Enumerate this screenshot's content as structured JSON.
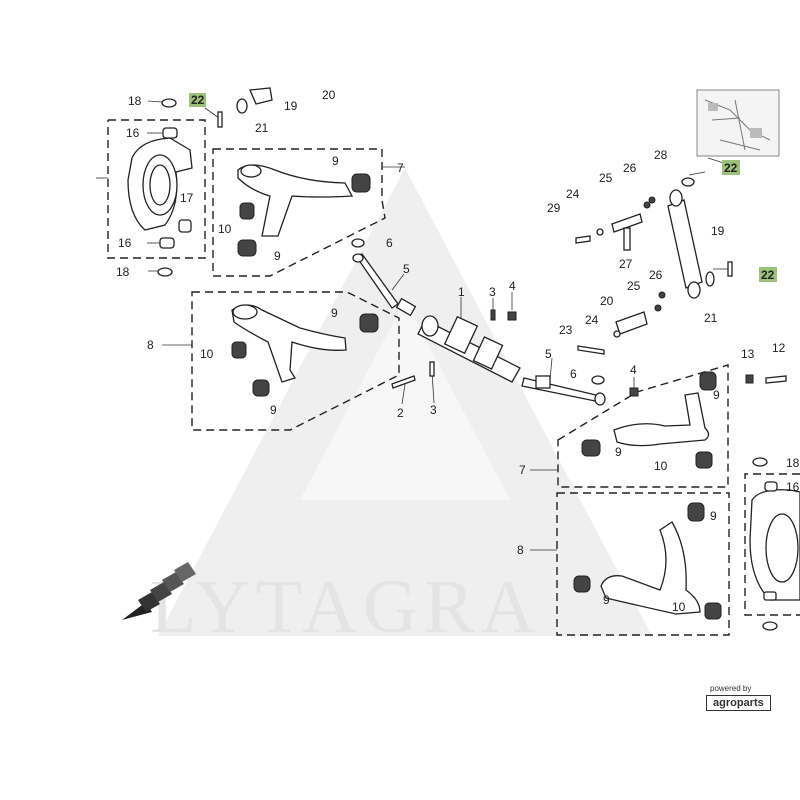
{
  "watermark": {
    "text": "LYTAGRA"
  },
  "badge": {
    "powered_by": "powered by",
    "brand": "agroparts"
  },
  "callouts": {
    "c1": "1",
    "c2": "2",
    "c3a": "3",
    "c3b": "3",
    "c4a": "4",
    "c4b": "4",
    "c5a": "5",
    "c5b": "5",
    "c6a": "6",
    "c6b": "6",
    "c7a": "7",
    "c7b": "7",
    "c8a": "8",
    "c8b": "8",
    "c9a": "9",
    "c9b": "9",
    "c9c": "9",
    "c9d": "9",
    "c9e": "9",
    "c9f": "9",
    "c9g": "9",
    "c9h": "9",
    "c10a": "10",
    "c10b": "10",
    "c10c": "10",
    "c10d": "10",
    "c12": "12",
    "c13": "13",
    "c16a": "16",
    "c16b": "16",
    "c16c": "16",
    "c17": "17",
    "c18a": "18",
    "c18b": "18",
    "c18c": "18",
    "c19a": "19",
    "c19b": "19",
    "c20a": "20",
    "c20b": "20",
    "c21a": "21",
    "c21b": "21",
    "c22a": "22",
    "c22b": "22",
    "c22c": "22",
    "c23": "23",
    "c24a": "24",
    "c24b": "24",
    "c25a": "25",
    "c25b": "25",
    "c26a": "26",
    "c26b": "26",
    "c27": "27",
    "c28": "28",
    "c29": "29"
  },
  "colors": {
    "highlight": "#9bc27a",
    "line": "#222222",
    "watermark": "#e4e4e4"
  }
}
